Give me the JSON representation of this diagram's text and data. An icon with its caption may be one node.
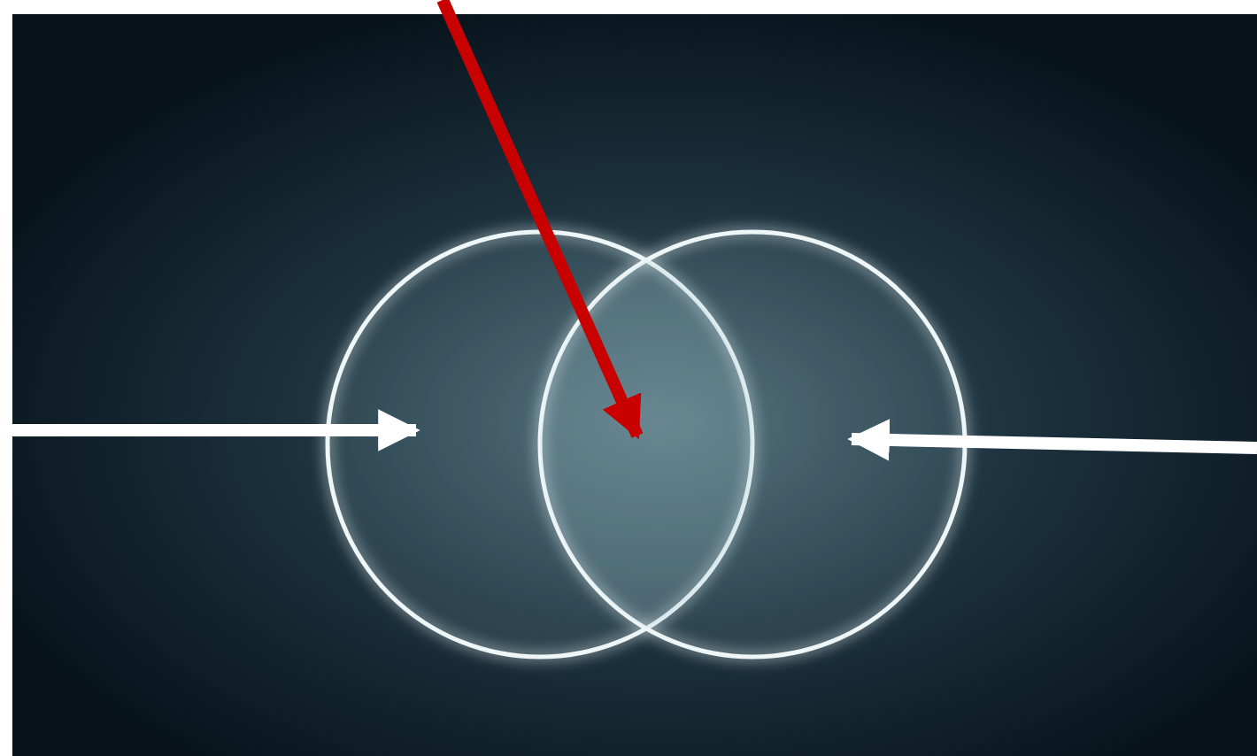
{
  "diagram": {
    "nodes": [
      {
        "text": [],
        "shape": "circle"
      },
      {
        "text": [],
        "shape": "circle"
      },
      {
        "text": [],
        "shape": "lens"
      }
    ],
    "edges": [
      {
        "from": null,
        "to": 0,
        "arrow": "to"
      },
      {
        "from": null,
        "to": 2,
        "arrow": "to",
        "color": "#c80000"
      },
      {
        "from": null,
        "to": 1,
        "arrow": "to"
      }
    ]
  }
}
